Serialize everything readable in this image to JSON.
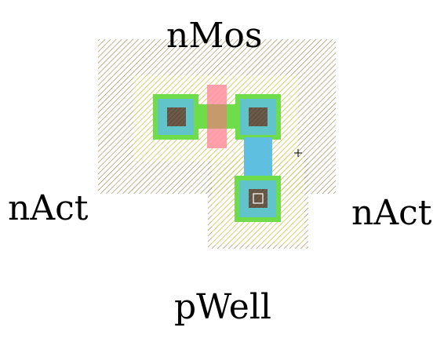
{
  "labels": {
    "top": "nMos",
    "left": "nAct",
    "right": "nAct",
    "bottom": "pWell"
  },
  "colors": {
    "select_hatch": "#8a6a2a",
    "well_hatch": "#e8d84a",
    "active": "#6fdc4a",
    "metal": "#5fbfe0",
    "poly": "#ff8fa0",
    "contact": "#6b5a4a"
  }
}
